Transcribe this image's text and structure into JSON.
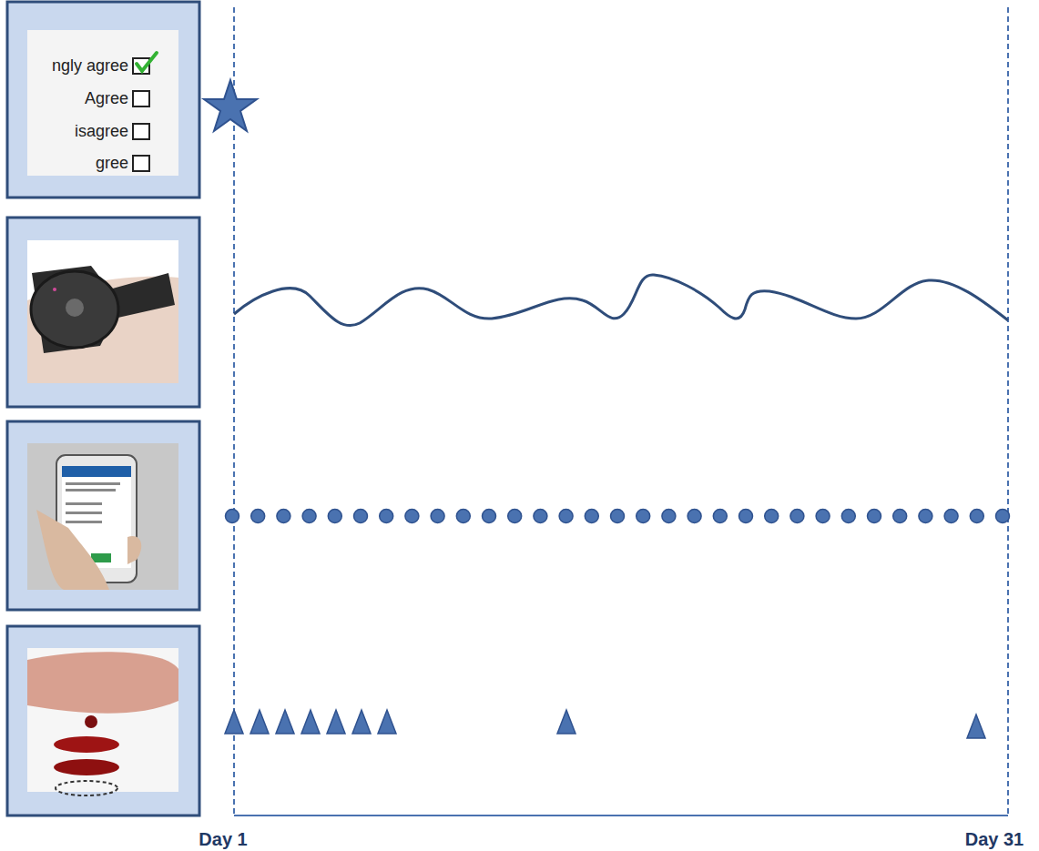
{
  "diagram": {
    "labels": [
      "ngly agree",
      "Agree",
      "isagree",
      "gree",
      "Day 1",
      "Day 31"
    ]
  }
}
